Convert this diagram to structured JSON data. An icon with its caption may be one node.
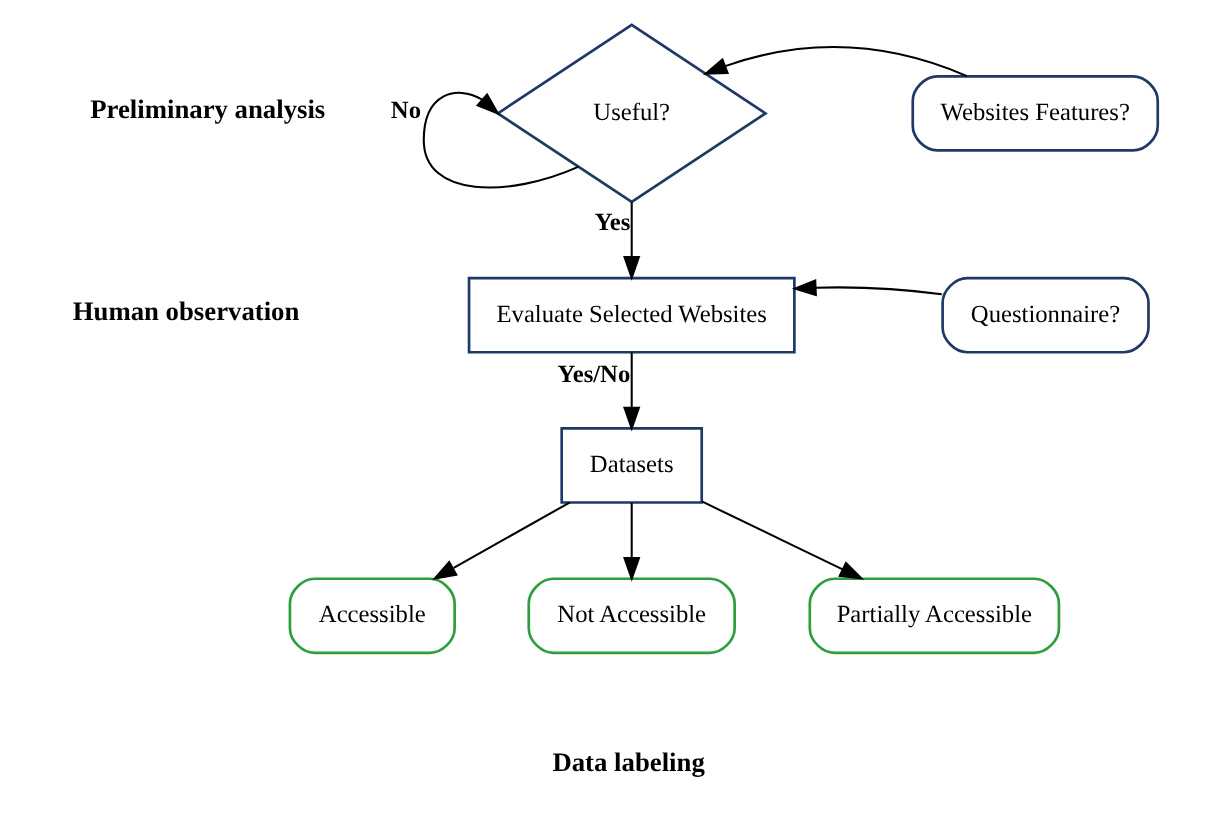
{
  "diagram": {
    "nodes": [
      {
        "text": [
          "Useful?"
        ]
      },
      {
        "text": [
          "Websites Features?"
        ]
      },
      {
        "text": [
          "Evaluate Selected Websites"
        ]
      },
      {
        "text": [
          "Questionnaire?"
        ]
      },
      {
        "text": [
          "Datasets"
        ]
      },
      {
        "text": [
          "Accessible"
        ]
      },
      {
        "text": [
          "Not Accessible"
        ]
      },
      {
        "text": [
          "Partially Accessible"
        ]
      }
    ],
    "edges": [
      {
        "from": 1,
        "to": 0,
        "arrow": "to"
      },
      {
        "from": 0,
        "to": 0,
        "arrow": "to",
        "label": "No"
      },
      {
        "from": 0,
        "to": 2,
        "arrow": "to",
        "label": "Yes"
      },
      {
        "from": 3,
        "to": 2,
        "arrow": "to"
      },
      {
        "from": 2,
        "to": 4,
        "arrow": "to",
        "label": "Yes/No"
      },
      {
        "from": 4,
        "to": 5,
        "arrow": "to"
      },
      {
        "from": 4,
        "to": 6,
        "arrow": "to"
      },
      {
        "from": 4,
        "to": 7,
        "arrow": "to"
      }
    ],
    "labels": [
      "Preliminary analysis",
      "Human observation",
      "Data labeling"
    ]
  }
}
